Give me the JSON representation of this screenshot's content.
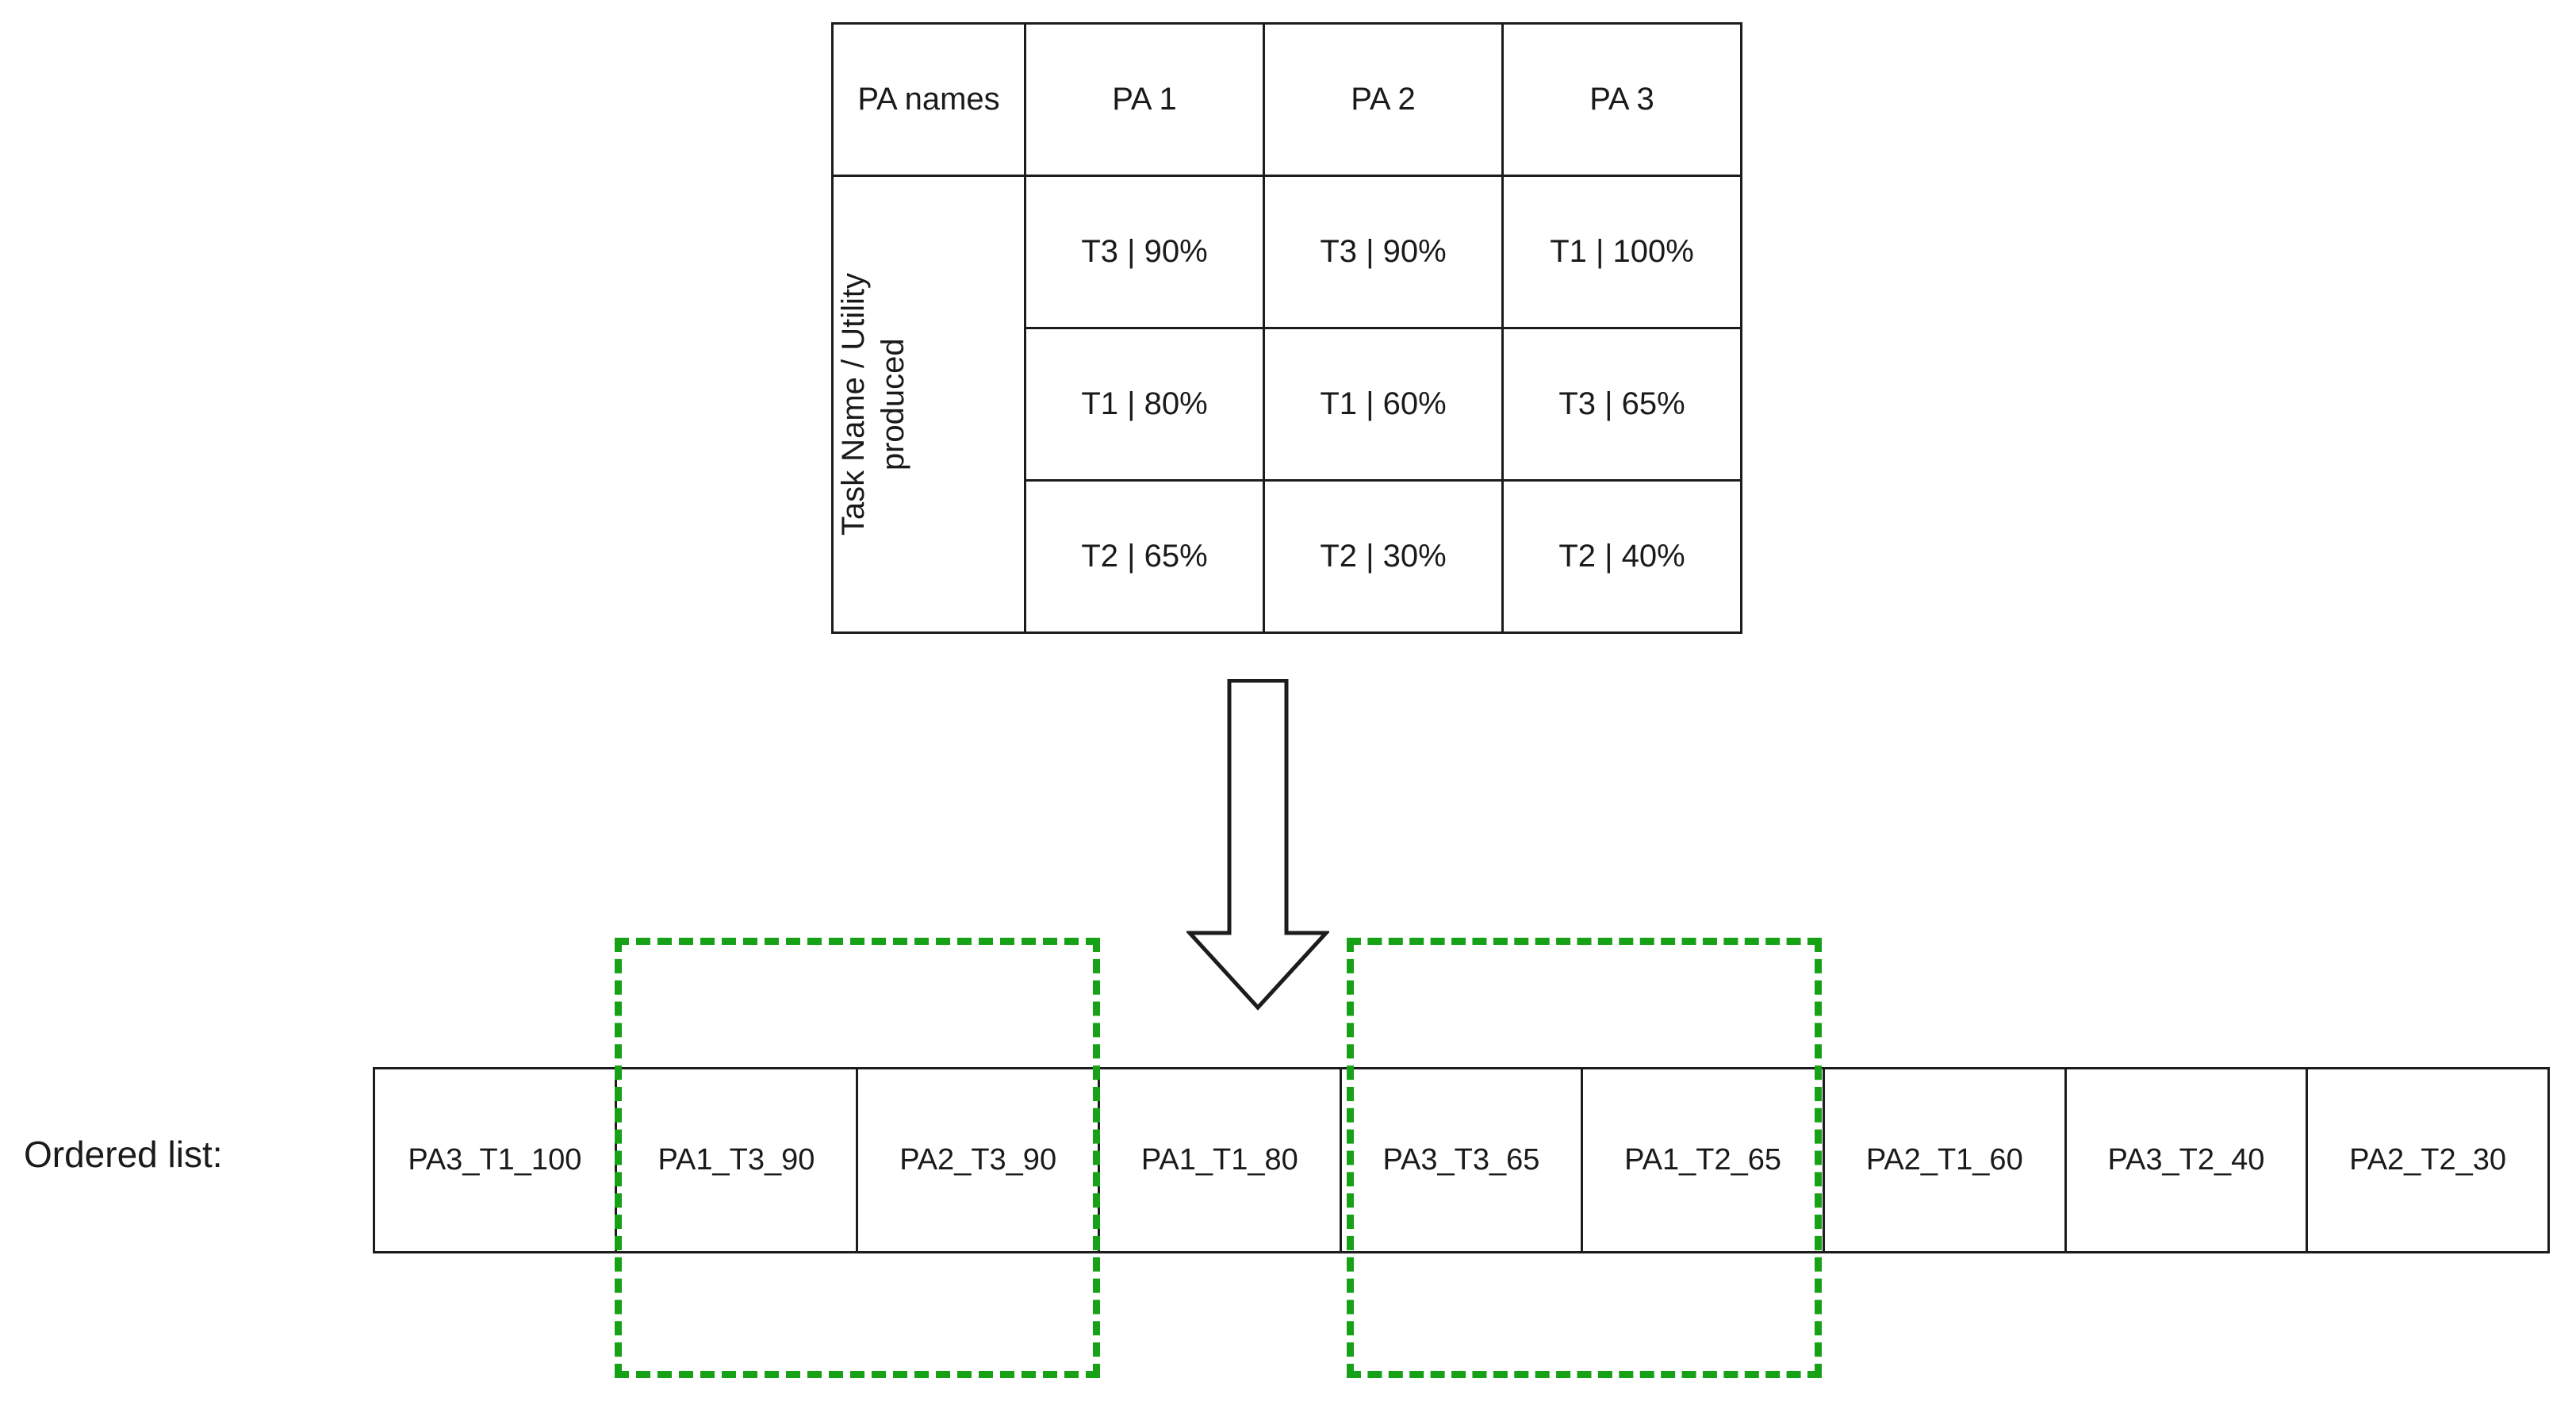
{
  "matrix_table": {
    "header": {
      "row_label_header": "PA names",
      "columns": [
        "PA 1",
        "PA 2",
        "PA 3"
      ]
    },
    "row_group_label": "Task Name / Utility\nproduced",
    "rows": [
      [
        "T3 | 90%",
        "T3 | 90%",
        "T1 | 100%"
      ],
      [
        "T1 | 80%",
        "T1 | 60%",
        "T3 | 65%"
      ],
      [
        "T2 | 65%",
        "T2 | 30%",
        "T2 | 40%"
      ]
    ]
  },
  "flow_arrow": {
    "icon": "down-arrow-icon",
    "direction": "down"
  },
  "ordered_list": {
    "label": "Ordered list:",
    "items": [
      "PA3_T1_100",
      "PA1_T3_90",
      "PA2_T3_90",
      "PA1_T1_80",
      "PA3_T3_65",
      "PA1_T2_65",
      "PA2_T1_60",
      "PA3_T2_40",
      "PA2_T2_30"
    ]
  },
  "highlights": [
    {
      "name": "group-1",
      "covers": [
        "PA1_T3_90",
        "PA2_T3_90"
      ],
      "color": "#16a116",
      "style": "dashed"
    },
    {
      "name": "group-2",
      "covers": [
        "PA3_T3_65",
        "PA1_T2_65"
      ],
      "color": "#16a116",
      "style": "dashed"
    }
  ],
  "colors": {
    "border": "#1c1c1c",
    "text": "#1a1a1a",
    "highlight": "#16a116",
    "background": "#ffffff"
  }
}
